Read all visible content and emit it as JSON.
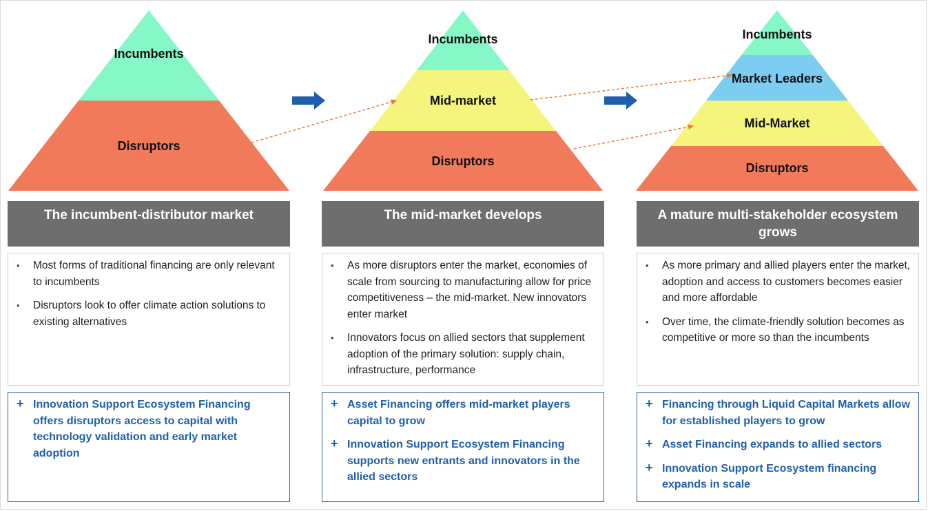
{
  "colors": {
    "incumbents": "#86f7c6",
    "market_leaders": "#7dcdf2",
    "mid_market": "#f5f57e",
    "disruptors": "#f07a5a",
    "header_bg": "#6e6e6e",
    "arrow_blue": "#1f5fae",
    "dashed_arrow": "#f07a3a",
    "financing_text": "#1f5fae"
  },
  "stages": [
    {
      "tiers": [
        "Incumbents",
        "Disruptors"
      ],
      "header": "The incumbent-distributor market",
      "bullets": [
        "Most forms of traditional financing are only relevant to incumbents",
        "Disruptors look to offer climate action solutions to existing alternatives"
      ],
      "financing": [
        "Innovation Support Ecosystem Financing offers disruptors access to capital with technology validation and early market adoption"
      ]
    },
    {
      "tiers": [
        "Incumbents",
        "Mid-market",
        "Disruptors"
      ],
      "header": "The mid-market develops",
      "bullets": [
        "As more disruptors enter the market, economies of scale from sourcing to manufacturing allow for price competitiveness – the mid-market. New innovators enter market",
        "Innovators focus on allied sectors that supplement adoption of the primary solution: supply chain, infrastructure, performance"
      ],
      "financing": [
        "Asset Financing offers mid-market players capital to grow",
        "Innovation Support Ecosystem Financing supports new entrants and innovators in the allied sectors"
      ]
    },
    {
      "tiers": [
        "Incumbents",
        "Market Leaders",
        "Mid-Market",
        "Disruptors"
      ],
      "header": "A mature multi-stakeholder ecosystem grows",
      "bullets": [
        "As more primary and allied players enter the market, adoption and access to customers becomes easier and more affordable",
        "Over time, the climate-friendly solution becomes as competitive or more so than the incumbents"
      ],
      "financing": [
        "Financing through Liquid Capital Markets allow for established players to grow",
        "Asset Financing expands to allied sectors",
        "Innovation Support Ecosystem financing expands in scale"
      ]
    }
  ],
  "plus_symbol": "+"
}
